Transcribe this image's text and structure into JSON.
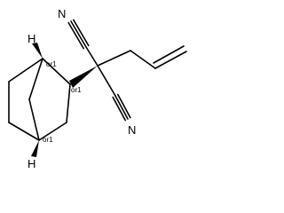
{
  "molecule": {
    "atoms": {
      "n_top": "N",
      "c_top": "C",
      "n_bottom": "N",
      "c_bottom": "C",
      "h_top": "H",
      "h_bottom": "H"
    },
    "stereo": {
      "c1": "or1",
      "c2": "or1",
      "c4": "or1"
    }
  }
}
